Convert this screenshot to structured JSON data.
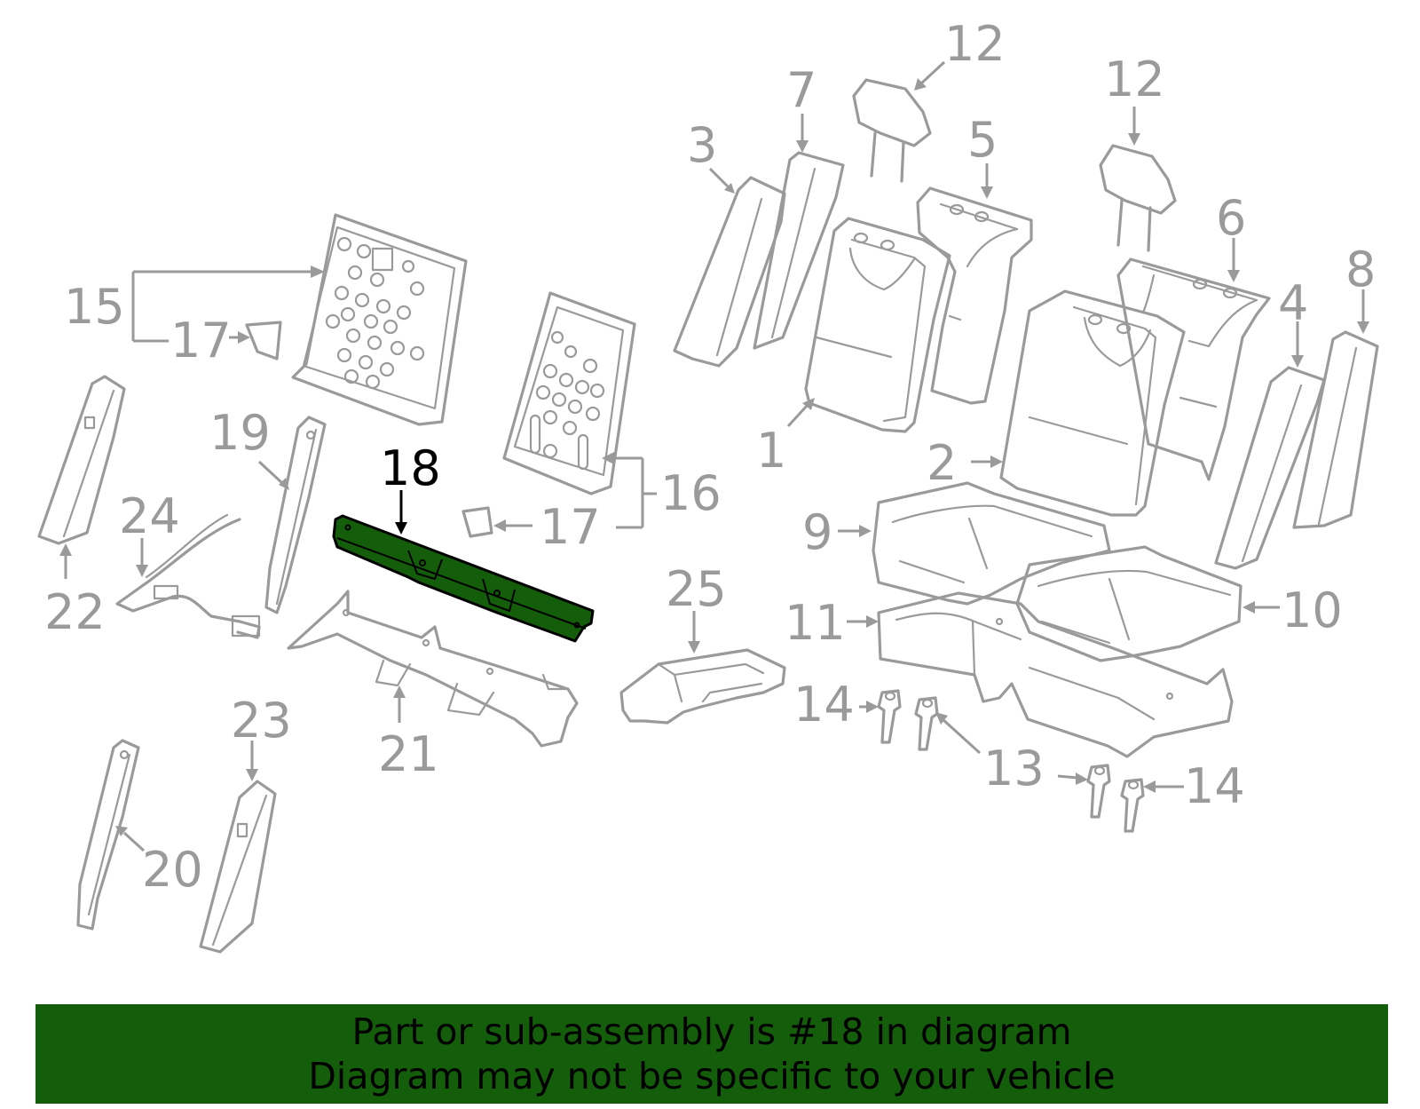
{
  "colors": {
    "highlight_fill": "#145e0b",
    "part_stroke": "#9a9a9a",
    "highlight_stroke": "#000000",
    "banner_background": "#145e0b"
  },
  "highlighted_part": "18",
  "callouts": {
    "c1": "1",
    "c2": "2",
    "c3": "3",
    "c4": "4",
    "c5": "5",
    "c6": "6",
    "c7": "7",
    "c8": "8",
    "c9": "9",
    "c10": "10",
    "c11": "11",
    "c12a": "12",
    "c12b": "12",
    "c13": "13",
    "c14a": "14",
    "c14b": "14",
    "c15": "15",
    "c16": "16",
    "c17a": "17",
    "c17b": "17",
    "c18": "18",
    "c19": "19",
    "c20": "20",
    "c21": "21",
    "c22": "22",
    "c23": "23",
    "c24": "24",
    "c25": "25"
  },
  "banner": {
    "line1": "Part or sub-assembly is #18 in diagram",
    "line2": "Diagram may not be specific to your vehicle"
  }
}
